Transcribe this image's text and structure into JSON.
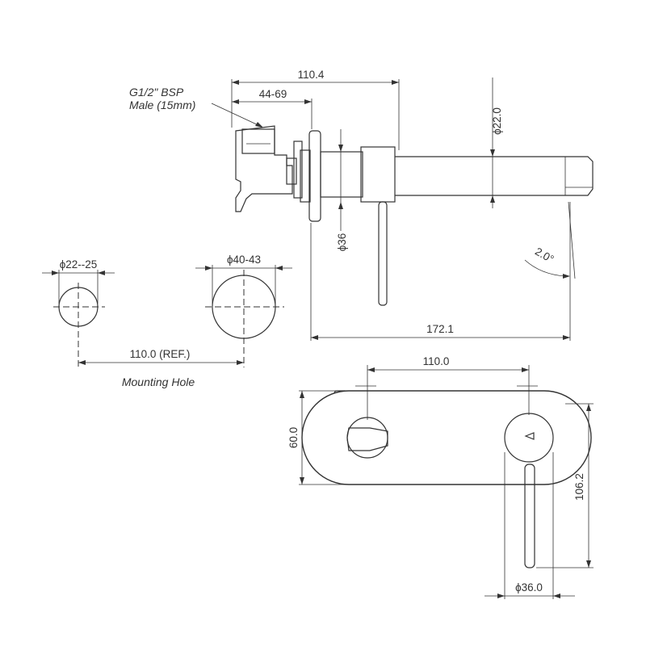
{
  "labels": {
    "thread_line1": "G1/2\" BSP",
    "thread_line2": "Male (15mm)",
    "dim_top_1104": "110.4",
    "dim_top_4469": "44-69",
    "dim_dia_22": "ϕ22.0",
    "dim_dia_36_side": "ϕ36",
    "dim_angle": "2.0°",
    "dim_hole_small": "ϕ22--25",
    "dim_hole_large": "ϕ40-43",
    "dim_reach": "172.1",
    "dim_hole_spacing": "110.0 (REF.)",
    "mounting_hole": "Mounting Hole",
    "dim_plate_spacing": "110.0",
    "dim_plate_height": "60.0",
    "dim_lever_height": "106.2",
    "dim_dia_36_front": "ϕ36.0"
  },
  "colors": {
    "line": "#333333",
    "background": "#ffffff"
  }
}
